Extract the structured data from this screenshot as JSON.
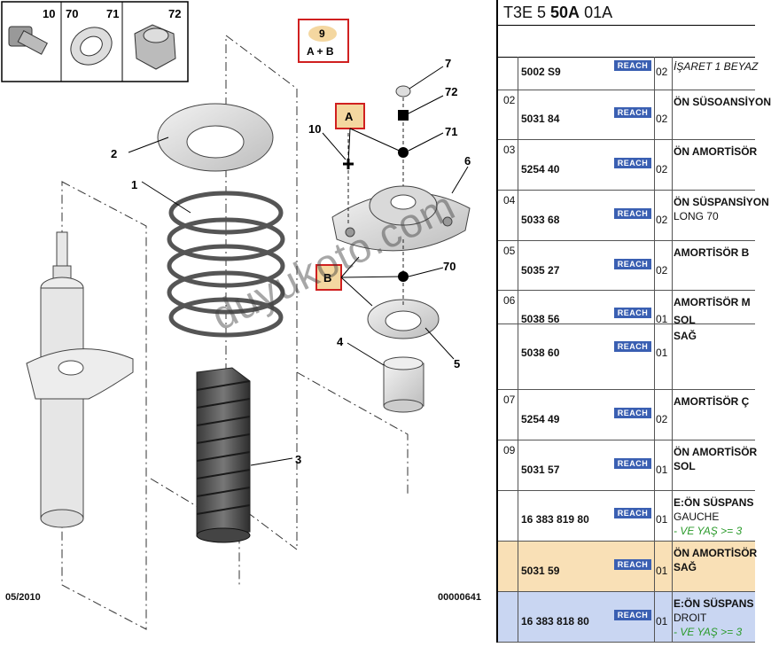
{
  "diagram": {
    "small_parts": [
      "10",
      "70",
      "71",
      "72"
    ],
    "callouts": [
      "1",
      "2",
      "3",
      "4",
      "5",
      "6",
      "7",
      "10",
      "70",
      "71",
      "72"
    ],
    "box_9": {
      "num": "9",
      "text": "A + B"
    },
    "label_a": "A",
    "label_b": "B",
    "date": "05/2010",
    "code": "00000641",
    "watermark": "duyukoto.com"
  },
  "header": {
    "prefix": "T3E 5 ",
    "bold": "50A",
    "suffix": " 01A"
  },
  "rows": [
    {
      "group": "",
      "ref": "5002 S9",
      "reach": "REACH",
      "qty": "02",
      "lines": [
        {
          "text": "İŞARET 1 BEYAZ",
          "style": "i"
        }
      ]
    },
    {
      "group": "02",
      "ref": "5031 84",
      "reach": "REACH",
      "qty": "02",
      "lines": [
        {
          "text": "ÖN SÜSOANSİYON",
          "style": "b"
        }
      ]
    },
    {
      "group": "03",
      "ref": "5254 40",
      "reach": "REACH",
      "qty": "02",
      "lines": [
        {
          "text": "ÖN AMORTİSÖR",
          "style": "b"
        }
      ]
    },
    {
      "group": "04",
      "ref": "5033 68",
      "reach": "REACH",
      "qty": "02",
      "lines": [
        {
          "text": "ÖN SÜSPANSİYON",
          "style": "b"
        },
        {
          "text": "LONG 70",
          "style": ""
        }
      ]
    },
    {
      "group": "05",
      "ref": "5035 27",
      "reach": "REACH",
      "qty": "02",
      "lines": [
        {
          "text": "AMORTİSÖR B",
          "style": "b"
        }
      ]
    },
    {
      "group": "06",
      "ref": "5038 56",
      "reach": "REACH",
      "qty": "01",
      "lines": [
        {
          "text": "AMORTİSÖR M",
          "style": "b"
        },
        {
          "text": "SOL",
          "style": "b"
        }
      ]
    },
    {
      "group": "",
      "ref": "5038 60",
      "reach": "REACH",
      "qty": "01",
      "lines": [
        {
          "text": "SAĞ",
          "style": "b"
        }
      ]
    },
    {
      "group": "07",
      "ref": "5254 49",
      "reach": "REACH",
      "qty": "02",
      "lines": [
        {
          "text": "AMORTİSÖR Ç",
          "style": "b"
        }
      ]
    },
    {
      "group": "09",
      "ref": "5031 57",
      "reach": "REACH",
      "qty": "01",
      "lines": [
        {
          "text": "ÖN AMORTİSÖR",
          "style": "b"
        },
        {
          "text": "SOL",
          "style": "b"
        }
      ]
    },
    {
      "group": "",
      "ref": "16 383 819 80",
      "reach": "REACH",
      "qty": "01",
      "lines": [
        {
          "text": "E:ÖN SÜSPANS",
          "style": "b"
        },
        {
          "text": "GAUCHE",
          "style": ""
        },
        {
          "text": "- VE YAŞ >= 3",
          "style": "g"
        }
      ]
    },
    {
      "group": "",
      "ref": "5031 59",
      "reach": "REACH",
      "qty": "01",
      "lines": [
        {
          "text": "ÖN AMORTİSÖR",
          "style": "b"
        },
        {
          "text": "SAĞ",
          "style": "b"
        }
      ]
    },
    {
      "group": "",
      "ref": "16 383 818 80",
      "reach": "REACH",
      "qty": "01",
      "lines": [
        {
          "text": "E:ÖN SÜSPANS",
          "style": "b"
        },
        {
          "text": "DROIT",
          "style": ""
        },
        {
          "text": "- VE YAŞ >= 3",
          "style": "g"
        }
      ]
    }
  ]
}
